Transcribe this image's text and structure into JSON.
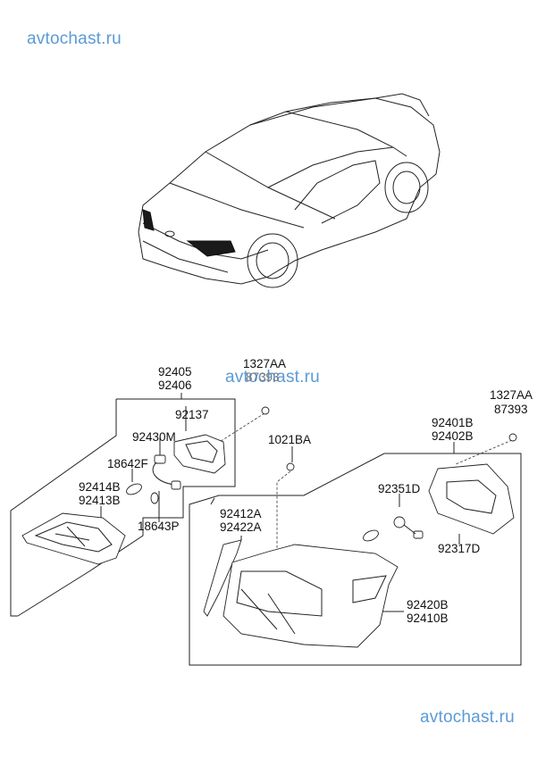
{
  "watermarks": {
    "top": "avtochast.ru",
    "middle": "avtochast.ru",
    "bottom": "avtochast.ru"
  },
  "labels": {
    "assy_inner": [
      "92405",
      "92406"
    ],
    "gasket_inner": "92137",
    "nut_top": [
      "1327AA",
      "87393"
    ],
    "socket_inner": "92430M",
    "bulb_inner_a": "18642F",
    "lamp_inner": [
      "92414B",
      "92413B"
    ],
    "bulb_inner_b": "18643P",
    "clip": "1021BA",
    "nut_right": [
      "1327AA",
      "87393"
    ],
    "assy_outer": [
      "92401B",
      "92402B"
    ],
    "socket_outer": "92351D",
    "gasket_outer": "92317D",
    "holder": [
      "92412A",
      "92422A"
    ],
    "lamp_outer": [
      "92420B",
      "92410B"
    ]
  }
}
